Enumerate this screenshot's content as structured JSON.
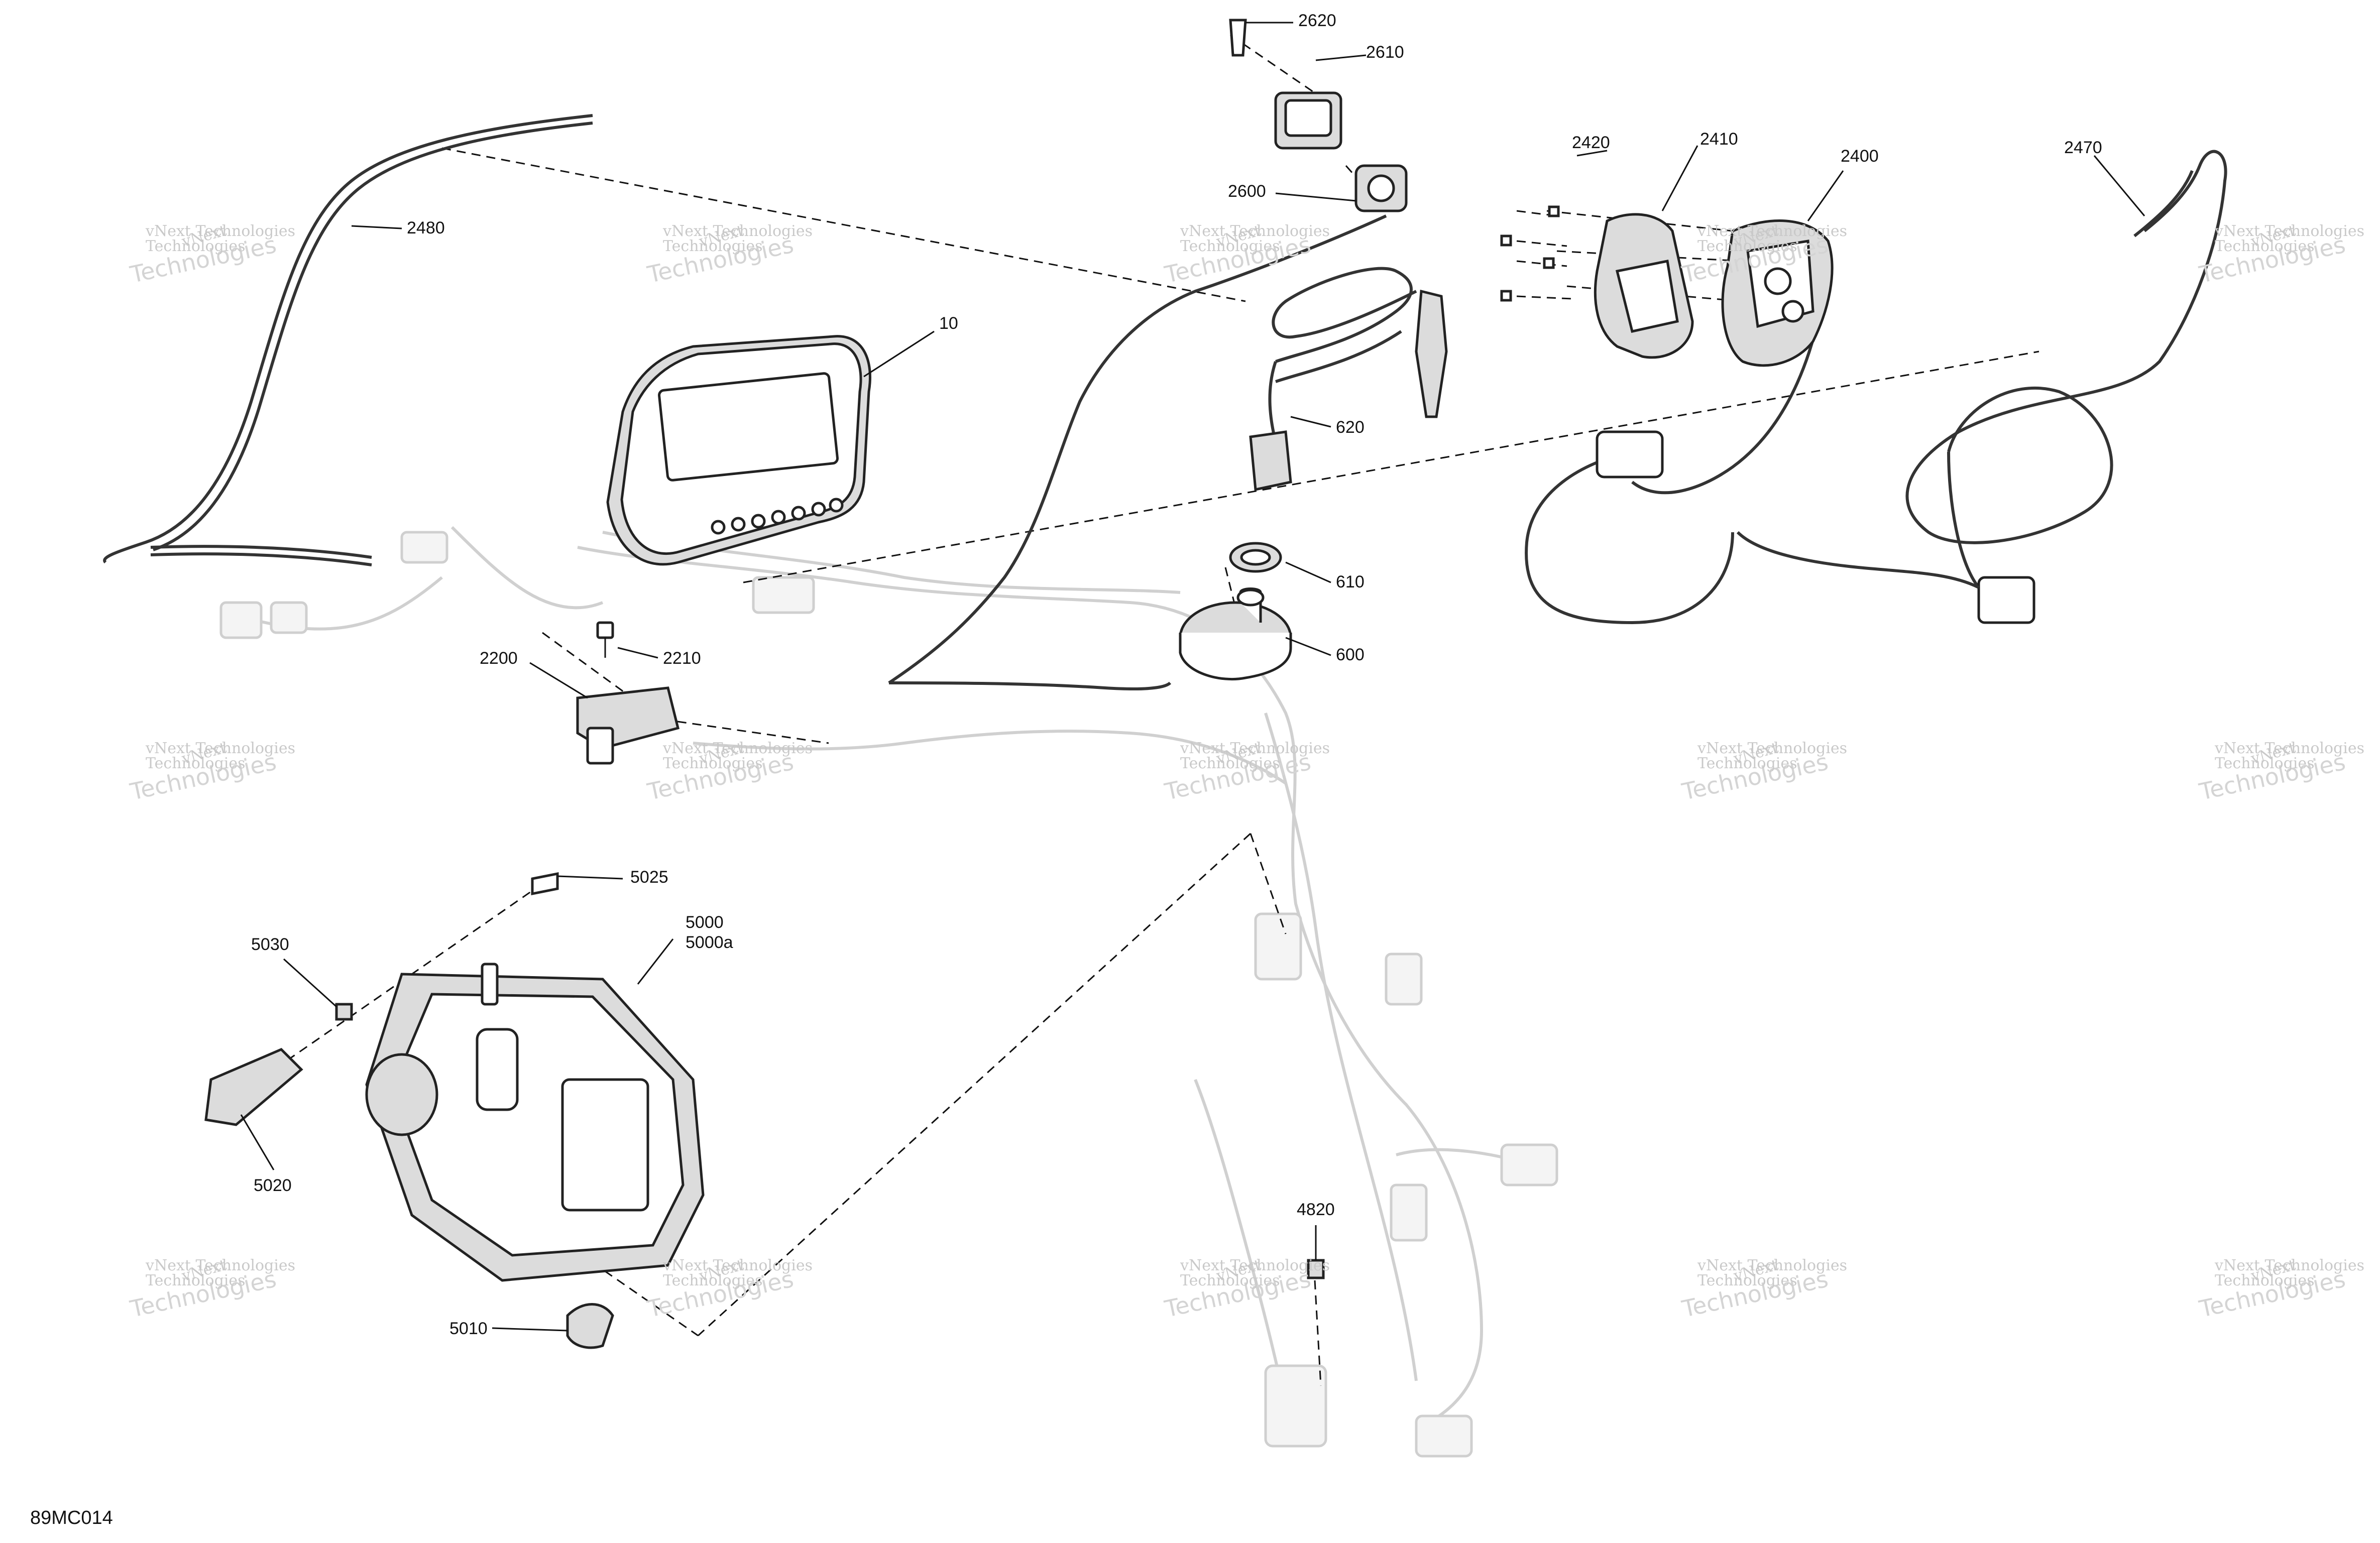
{
  "diagram": {
    "code": "89MC014",
    "callouts": {
      "c2620": "2620",
      "c2610": "2610",
      "c2600": "2600",
      "c2420": "2420",
      "c2410": "2410",
      "c2400": "2400",
      "c2470": "2470",
      "c2480": "2480",
      "c10": "10",
      "c620": "620",
      "c610": "610",
      "c600": "600",
      "c2210": "2210",
      "c2200": "2200",
      "c5025": "5025",
      "c5000": "5000",
      "c5000a": "5000a",
      "c5030": "5030",
      "c5020": "5020",
      "c5010": "5010",
      "c4820": "4820"
    },
    "watermark": {
      "line1": "vNext Technologies",
      "line2": "vNext",
      "line3": "Technologies"
    }
  }
}
